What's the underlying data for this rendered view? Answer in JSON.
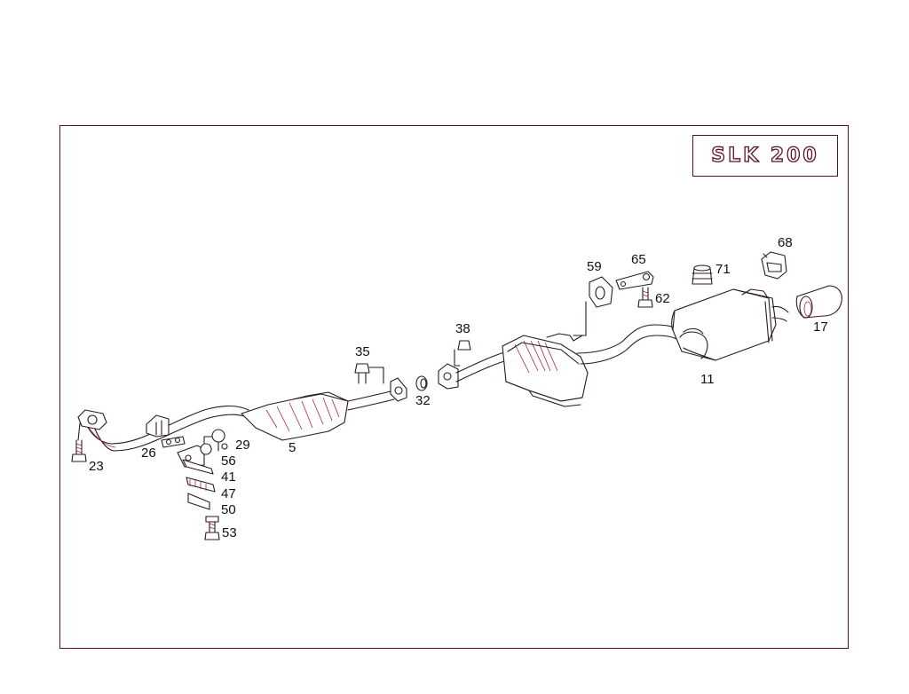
{
  "badge": {
    "text": "SLK 200"
  },
  "callouts": [
    {
      "id": "5",
      "label": "5"
    },
    {
      "id": "11",
      "label": "11"
    },
    {
      "id": "17",
      "label": "17"
    },
    {
      "id": "23",
      "label": "23"
    },
    {
      "id": "26",
      "label": "26"
    },
    {
      "id": "29",
      "label": "29"
    },
    {
      "id": "32",
      "label": "32"
    },
    {
      "id": "35",
      "label": "35"
    },
    {
      "id": "38",
      "label": "38"
    },
    {
      "id": "41",
      "label": "41"
    },
    {
      "id": "47",
      "label": "47"
    },
    {
      "id": "50",
      "label": "50"
    },
    {
      "id": "53",
      "label": "53"
    },
    {
      "id": "56",
      "label": "56"
    },
    {
      "id": "59",
      "label": "59"
    },
    {
      "id": "62",
      "label": "62"
    },
    {
      "id": "65",
      "label": "65"
    },
    {
      "id": "68",
      "label": "68"
    },
    {
      "id": "71",
      "label": "71"
    }
  ],
  "colors": {
    "frame": "#5a1020",
    "line": "#2a1a1e",
    "accent": "#b0213f"
  }
}
